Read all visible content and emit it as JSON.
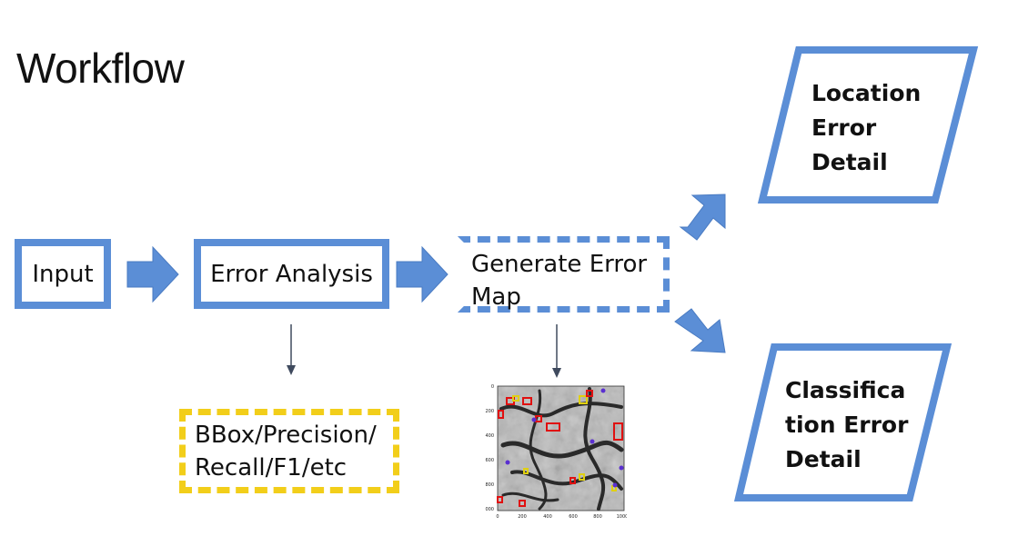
{
  "title": "Workflow",
  "nodes": {
    "input": "Input",
    "error_analysis": "Error Analysis",
    "generate_error_map": "Generate Error Map",
    "metrics": "BBox/Precision/ Recall/F1/etc",
    "location_error_lines": [
      "Location",
      "Error",
      "Detail"
    ],
    "classification_error_lines": [
      "Classifica",
      "tion Error",
      "Detail"
    ]
  },
  "error_map_image": {
    "x_ticks": [
      "0",
      "200",
      "400",
      "600",
      "800",
      "1000"
    ],
    "y_ticks": [
      "0",
      "200",
      "400",
      "600",
      "800",
      "1000"
    ]
  },
  "colors": {
    "box_border": "#5B8ED6",
    "arrow_fill": "#5B8ED6",
    "metrics_border": "#F2CE1A",
    "thin_arrow": "#3F4A5E"
  }
}
